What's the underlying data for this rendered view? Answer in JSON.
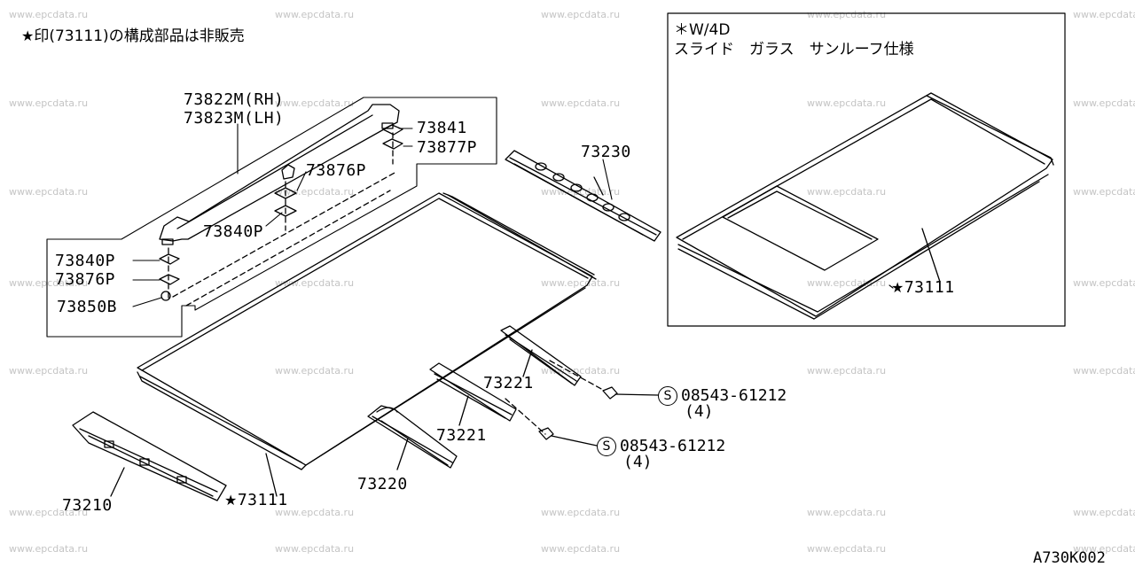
{
  "watermark": "www.epcdata.ru",
  "note": {
    "star": "★",
    "text": "印(73111)の構成部品は非販売"
  },
  "inset": {
    "line1": "＊W/4D",
    "line2": "スライド　ガラス　サンルーフ仕様",
    "part_star": "★",
    "part": "73111"
  },
  "parts": {
    "p73822m": "73822M(RH)",
    "p73823m": "73823M(LH)",
    "p73841": "73841",
    "p73877p": "73877P",
    "p73876p_top": "73876P",
    "p73840p_mid": "73840P",
    "p73840p": "73840P",
    "p73876p": "73876P",
    "p73850b": "73850B",
    "p73230": "73230",
    "p73221_a": "73221",
    "p73221_b": "73221",
    "p73220": "73220",
    "p73210": "73210",
    "p73111_star": "★",
    "p73111": "73111"
  },
  "screws": [
    {
      "symbol": "S",
      "code": "08543-61212",
      "qty": "(4)"
    },
    {
      "symbol": "S",
      "code": "08543-61212",
      "qty": "(4)"
    }
  ],
  "diagram_code": "A730K002"
}
